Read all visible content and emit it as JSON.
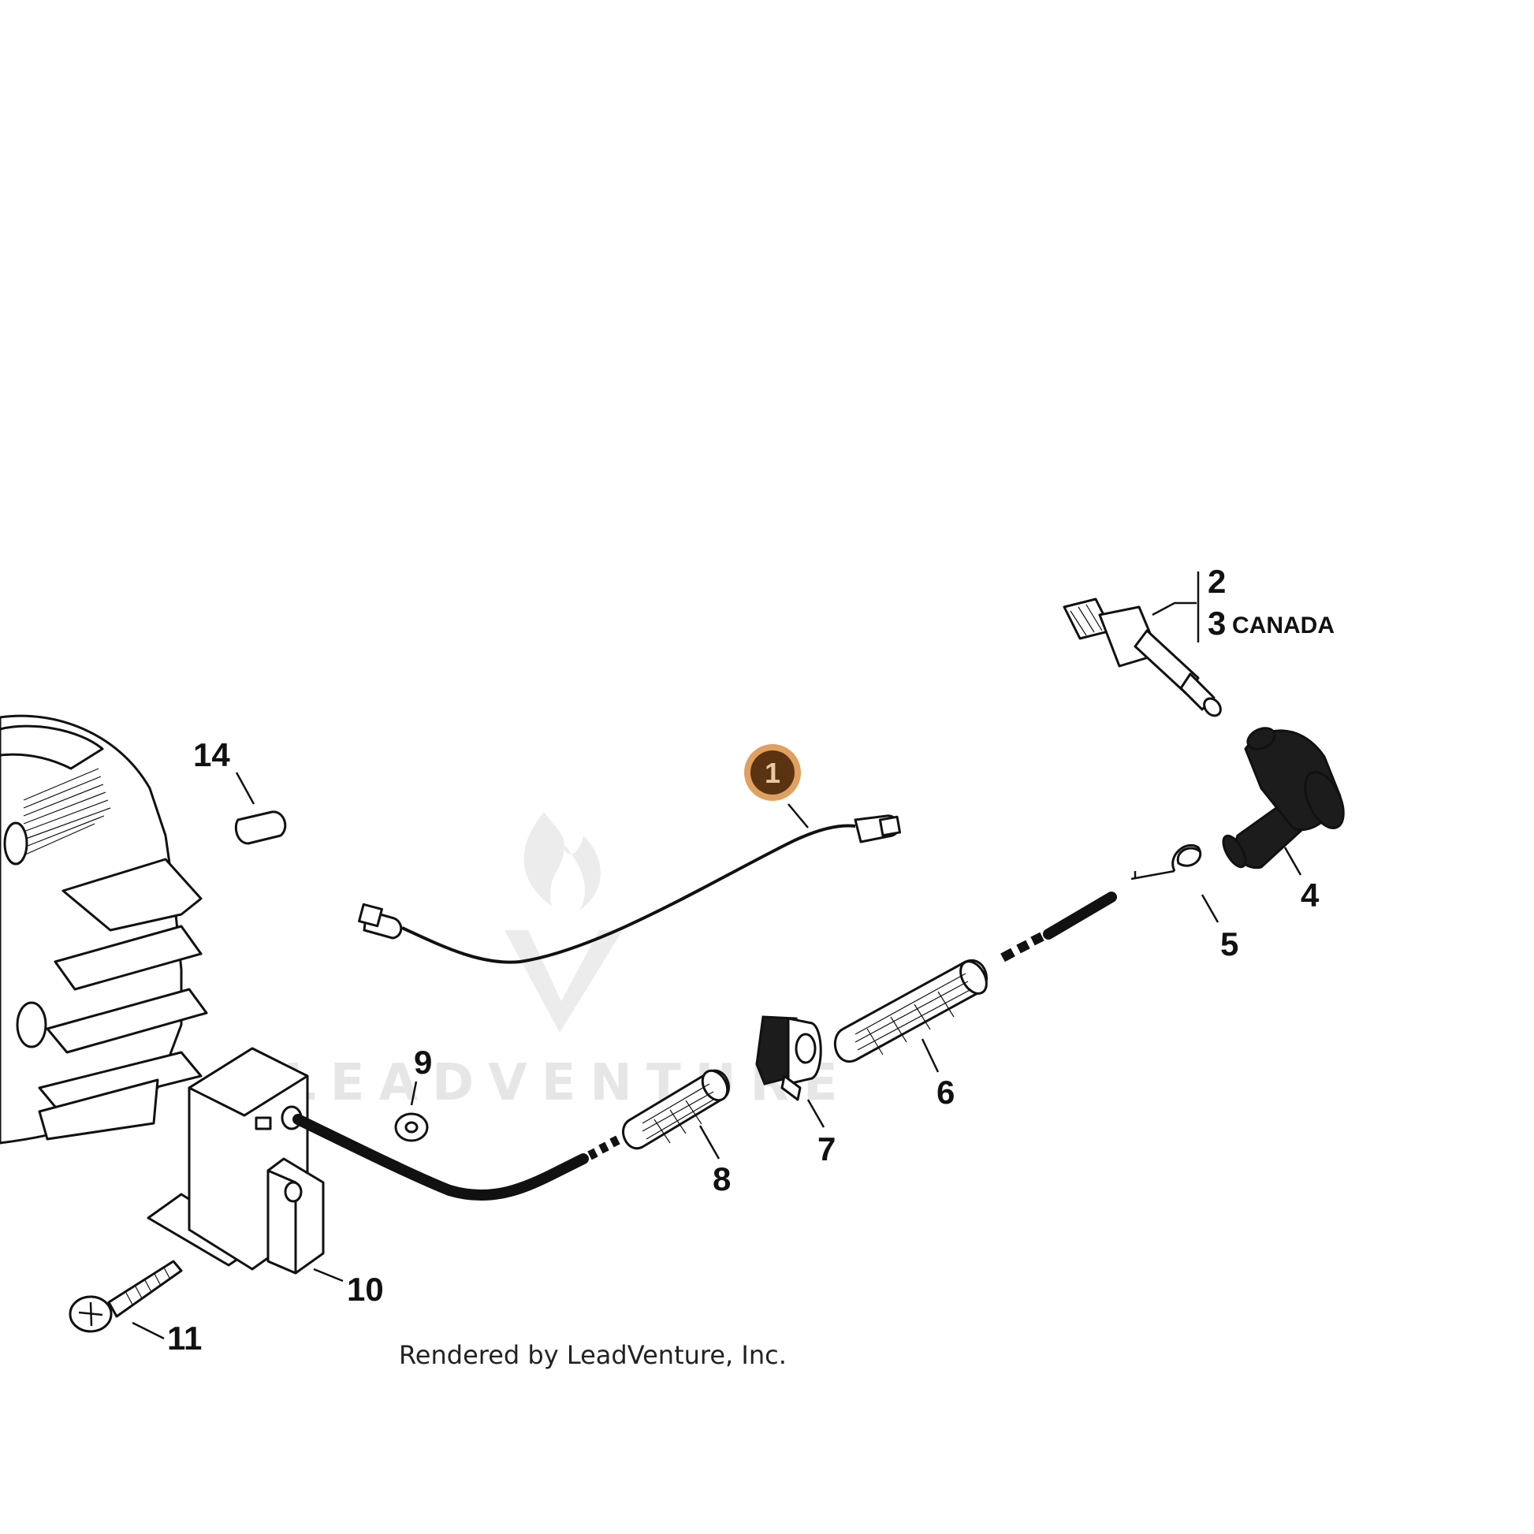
{
  "callouts": [
    {
      "id": "callout-1",
      "label": "1",
      "highlighted": true
    },
    {
      "id": "callout-2",
      "label": "2"
    },
    {
      "id": "callout-3",
      "label": "3"
    },
    {
      "id": "callout-3-note",
      "label": "CANADA"
    },
    {
      "id": "callout-4",
      "label": "4"
    },
    {
      "id": "callout-5",
      "label": "5"
    },
    {
      "id": "callout-6",
      "label": "6"
    },
    {
      "id": "callout-7",
      "label": "7"
    },
    {
      "id": "callout-8",
      "label": "8"
    },
    {
      "id": "callout-9",
      "label": "9"
    },
    {
      "id": "callout-10",
      "label": "10"
    },
    {
      "id": "callout-11",
      "label": "11"
    },
    {
      "id": "callout-14",
      "label": "14"
    }
  ],
  "labels": {
    "c1": "1",
    "c2": "2",
    "c3": "3",
    "canada": "CANADA",
    "c4": "4",
    "c5": "5",
    "c6": "6",
    "c7": "7",
    "c8": "8",
    "c9": "9",
    "c10": "10",
    "c11": "11",
    "c14": "14"
  },
  "credit": "Rendered by LeadVenture, Inc.",
  "watermark": "LEADVENTURE",
  "colors": {
    "highlight_fill": "#5a3412",
    "highlight_ring": "#e0a060",
    "line": "#111111",
    "watermark": "#e6e6e6"
  }
}
